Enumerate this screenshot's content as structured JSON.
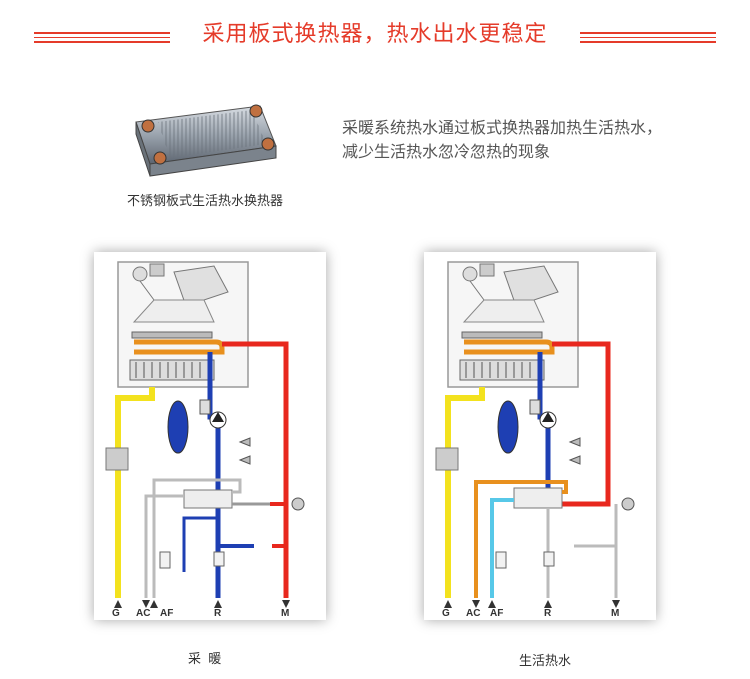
{
  "header": {
    "title": "采用板式换热器，热水出水更稳定"
  },
  "product": {
    "caption": "不锈钢板式生活热水换热器",
    "description_line1": "采暖系统热水通过板式换热器加热生活热水，",
    "description_line2": "减少生活热水忽冷忽热的现象"
  },
  "diagrams": [
    {
      "caption": "采  暖",
      "ports": [
        "G",
        "AC",
        "AF",
        "R",
        "M"
      ]
    },
    {
      "caption": "生活热水",
      "ports": [
        "G",
        "AC",
        "AF",
        "R",
        "M"
      ]
    }
  ],
  "colors": {
    "accent": "#e53b2a",
    "hot": "#e8281e",
    "return": "#1e3fb3",
    "gas": "#f3e21e",
    "dhw_hot": "#e8901e",
    "cold_water": "#57c8e8"
  }
}
